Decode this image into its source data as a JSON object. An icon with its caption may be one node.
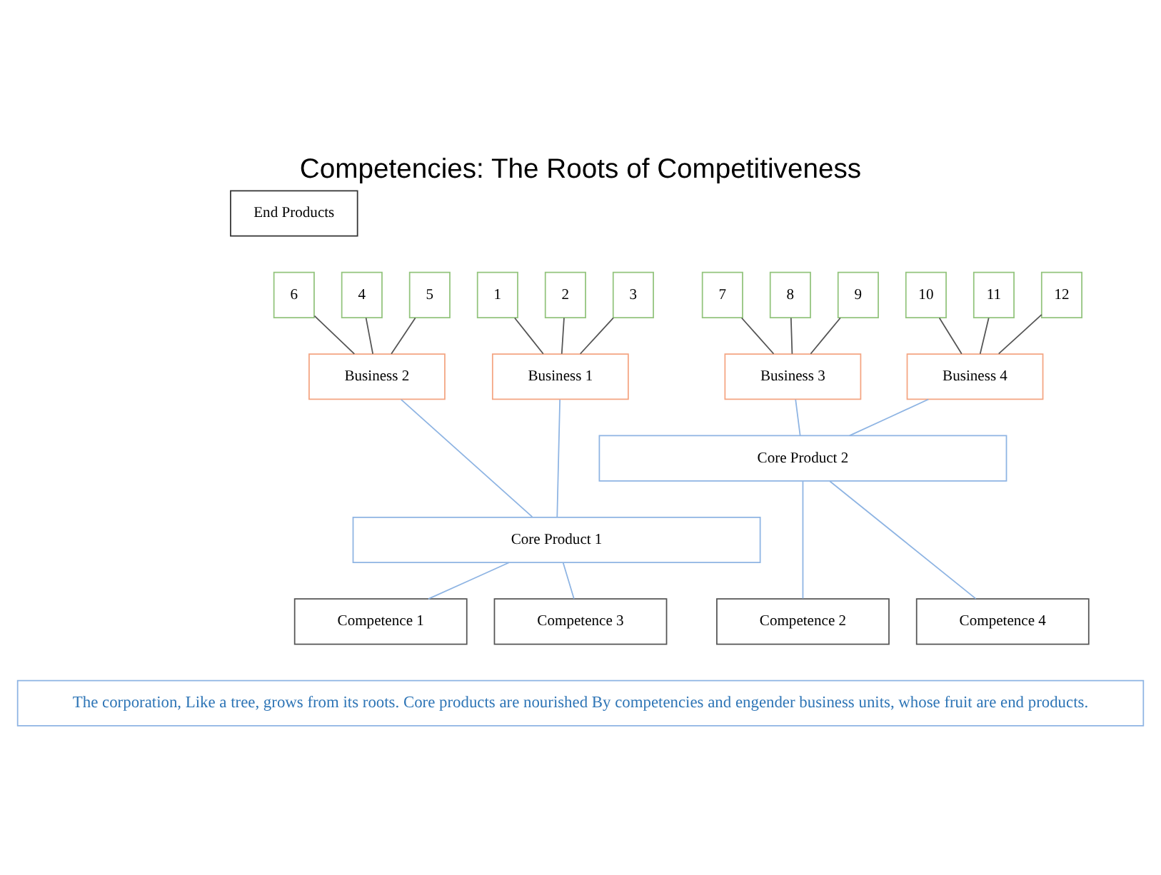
{
  "diagram": {
    "title": "Competencies: The Roots of Competitiveness",
    "caption": "The corporation, Like a tree, grows from its roots. Core products are nourished By competencies and engender business units, whose fruit are end products.",
    "nodes": [
      {
        "text": [
          "End Products"
        ]
      },
      {
        "text": [
          "1"
        ]
      },
      {
        "text": [
          "2"
        ]
      },
      {
        "text": [
          "3"
        ]
      },
      {
        "text": [
          "4"
        ]
      },
      {
        "text": [
          "5"
        ]
      },
      {
        "text": [
          "6"
        ]
      },
      {
        "text": [
          "7"
        ]
      },
      {
        "text": [
          "8"
        ]
      },
      {
        "text": [
          "9"
        ]
      },
      {
        "text": [
          "10"
        ]
      },
      {
        "text": [
          "11"
        ]
      },
      {
        "text": [
          "12"
        ]
      },
      {
        "text": [
          "Business 1"
        ]
      },
      {
        "text": [
          "Business 2"
        ]
      },
      {
        "text": [
          "Business 3"
        ]
      },
      {
        "text": [
          "Business 4"
        ]
      },
      {
        "text": [
          "Core Product 2"
        ]
      },
      {
        "text": [
          "Core Product 1"
        ]
      },
      {
        "text": [
          "Competence 1"
        ]
      },
      {
        "text": [
          "Competence 2"
        ]
      },
      {
        "text": [
          "Competence 3"
        ]
      },
      {
        "text": [
          "Competence 4"
        ]
      }
    ],
    "edges": [
      {
        "from": 1,
        "to": 13,
        "arrow": "none"
      },
      {
        "from": 2,
        "to": 13,
        "arrow": "none"
      },
      {
        "from": 3,
        "to": 13,
        "arrow": "none"
      },
      {
        "from": 4,
        "to": 14,
        "arrow": "none"
      },
      {
        "from": 5,
        "to": 14,
        "arrow": "none"
      },
      {
        "from": 6,
        "to": 14,
        "arrow": "none"
      },
      {
        "from": 7,
        "to": 15,
        "arrow": "none"
      },
      {
        "from": 8,
        "to": 15,
        "arrow": "none"
      },
      {
        "from": 9,
        "to": 15,
        "arrow": "none"
      },
      {
        "from": 10,
        "to": 16,
        "arrow": "none"
      },
      {
        "from": 11,
        "to": 16,
        "arrow": "none"
      },
      {
        "from": 12,
        "to": 16,
        "arrow": "none"
      },
      {
        "from": 13,
        "to": 18,
        "arrow": "none",
        "color": "#8eb4e3"
      },
      {
        "from": 14,
        "to": 18,
        "arrow": "none",
        "color": "#8eb4e3"
      },
      {
        "from": 15,
        "to": 17,
        "arrow": "none",
        "color": "#8eb4e3"
      },
      {
        "from": 16,
        "to": 17,
        "arrow": "none",
        "color": "#8eb4e3"
      },
      {
        "from": 17,
        "to": 20,
        "arrow": "none",
        "color": "#8eb4e3"
      },
      {
        "from": 17,
        "to": 22,
        "arrow": "none",
        "color": "#8eb4e3"
      },
      {
        "from": 18,
        "to": 19,
        "arrow": "none",
        "color": "#8eb4e3"
      },
      {
        "from": 18,
        "to": 21,
        "arrow": "none",
        "color": "#8eb4e3"
      }
    ]
  }
}
